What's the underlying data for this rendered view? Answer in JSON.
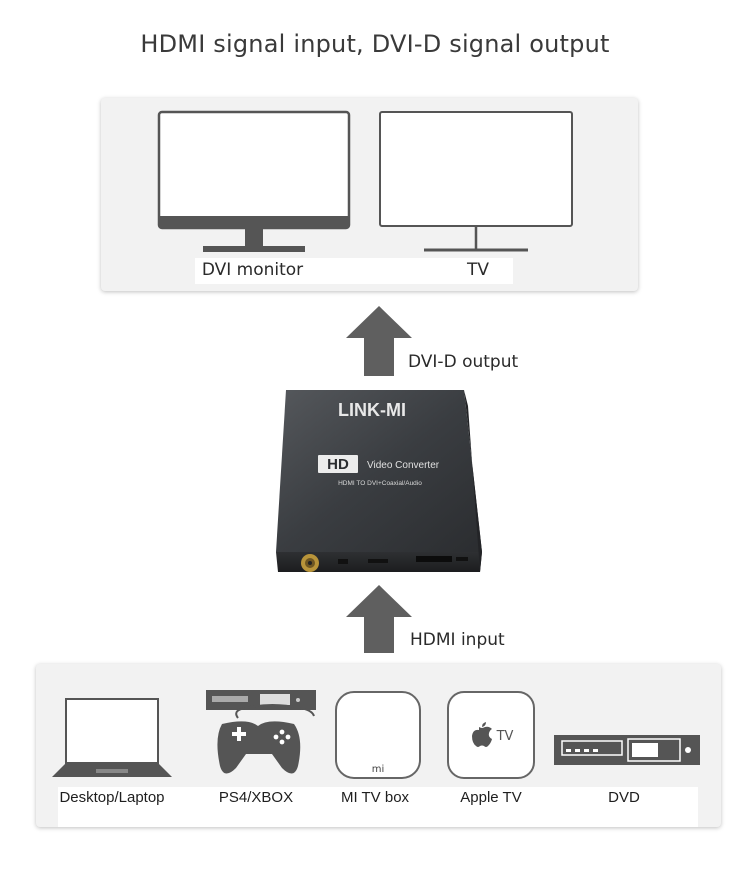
{
  "title": "HDMI signal input, DVI-D signal output",
  "output_devices": [
    {
      "label": "DVI monitor",
      "icon": "monitor-icon"
    },
    {
      "label": "TV",
      "icon": "tv-icon"
    }
  ],
  "arrows": {
    "output_label": "DVI-D output",
    "input_label": "HDMI input"
  },
  "converter": {
    "brand": "LINK-MI",
    "hd_badge": "HD",
    "product_name": "Video Converter",
    "subtitle": "HDMI TO DVI+Coaxial/Audio"
  },
  "input_devices": [
    {
      "label": "Desktop/Laptop",
      "icon": "laptop-icon"
    },
    {
      "label": "PS4/XBOX",
      "icon": "gamepad-icon"
    },
    {
      "label": "MI TV box",
      "icon": "mi-box-icon",
      "badge": "mi"
    },
    {
      "label": "Apple TV",
      "icon": "apple-tv-icon",
      "badge": "TV"
    },
    {
      "label": "DVD",
      "icon": "dvd-player-icon"
    }
  ],
  "colors": {
    "panel_bg": "#f2f2f2",
    "arrow": "#5f5f5f",
    "device_body": "#3a3d40",
    "icon_stroke": "#555555"
  }
}
